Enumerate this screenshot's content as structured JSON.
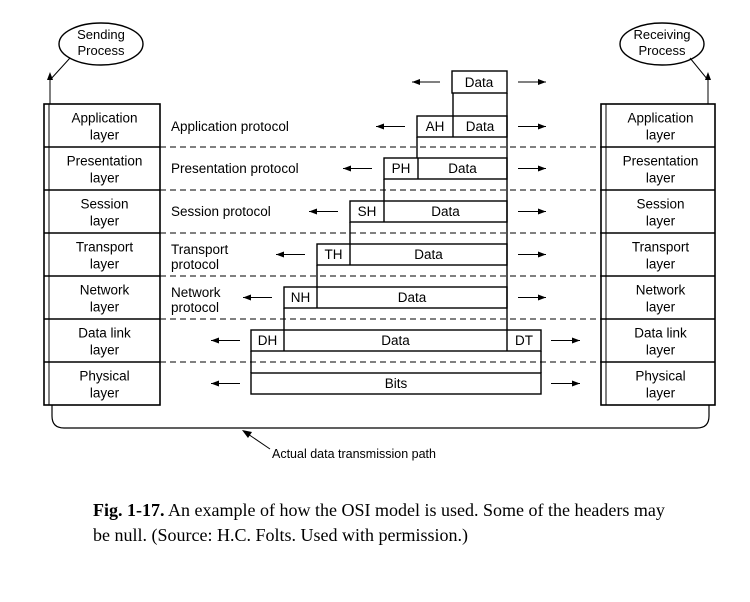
{
  "processes": {
    "sending": [
      "Sending",
      "Process"
    ],
    "receiving": [
      "Receiving",
      "Process"
    ]
  },
  "layers": [
    {
      "lines": [
        "Application",
        "layer"
      ],
      "protocol": [
        "Application protocol"
      ],
      "header": "AH",
      "payload": "Data"
    },
    {
      "lines": [
        "Presentation",
        "layer"
      ],
      "protocol": [
        "Presentation protocol"
      ],
      "header": "PH",
      "payload": "Data"
    },
    {
      "lines": [
        "Session",
        "layer"
      ],
      "protocol": [
        "Session protocol"
      ],
      "header": "SH",
      "payload": "Data"
    },
    {
      "lines": [
        "Transport",
        "layer"
      ],
      "protocol": [
        "Transport",
        "protocol"
      ],
      "header": "TH",
      "payload": "Data"
    },
    {
      "lines": [
        "Network",
        "layer"
      ],
      "protocol": [
        "Network",
        "protocol"
      ],
      "header": "NH",
      "payload": "Data"
    },
    {
      "lines": [
        "Data link",
        "layer"
      ],
      "protocol": [],
      "header": "DH",
      "payload": "Data",
      "trailer": "DT"
    },
    {
      "lines": [
        "Physical",
        "layer"
      ],
      "protocol": [],
      "header": "",
      "payload": "Bits"
    }
  ],
  "top_data": "Data",
  "path_label": "Actual data transmission path",
  "caption": {
    "fig": "Fig. 1-17.",
    "text": " An example of how the OSI model is used.  Some of the headers may be null.  (Source: H.C. Folts. Used with permission.)"
  }
}
